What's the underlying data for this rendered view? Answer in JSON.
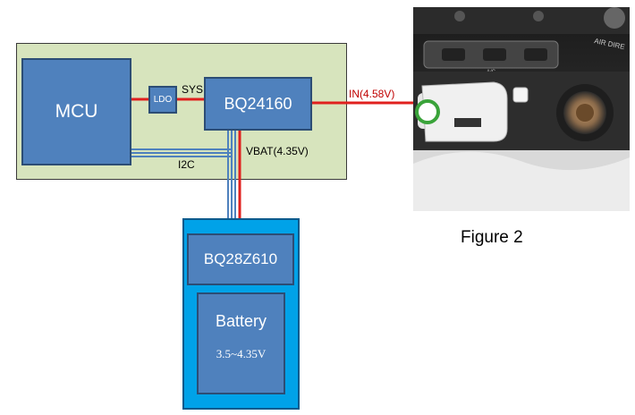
{
  "chips": {
    "mcu": "MCU",
    "ldo": "LDO",
    "charger": "BQ24160",
    "gauge": "BQ28Z610",
    "battery": "Battery",
    "battery_voltage": "3.5~4.35V"
  },
  "signals": {
    "sys": "SYS",
    "i2c": "I2C",
    "vbat": "VBAT(4.35V)",
    "input": "IN(4.58V)"
  },
  "figure": {
    "caption": "Figure 2",
    "photo_marks": [
      "A/C",
      "AIR DIRE"
    ]
  },
  "colors": {
    "board": "#d7e4bd",
    "chip": "#4f81bd",
    "battery_pack": "#00a2e8",
    "power_line": "#e0201e",
    "bus_line": "#4f81bd",
    "input_label": "#c00000"
  }
}
